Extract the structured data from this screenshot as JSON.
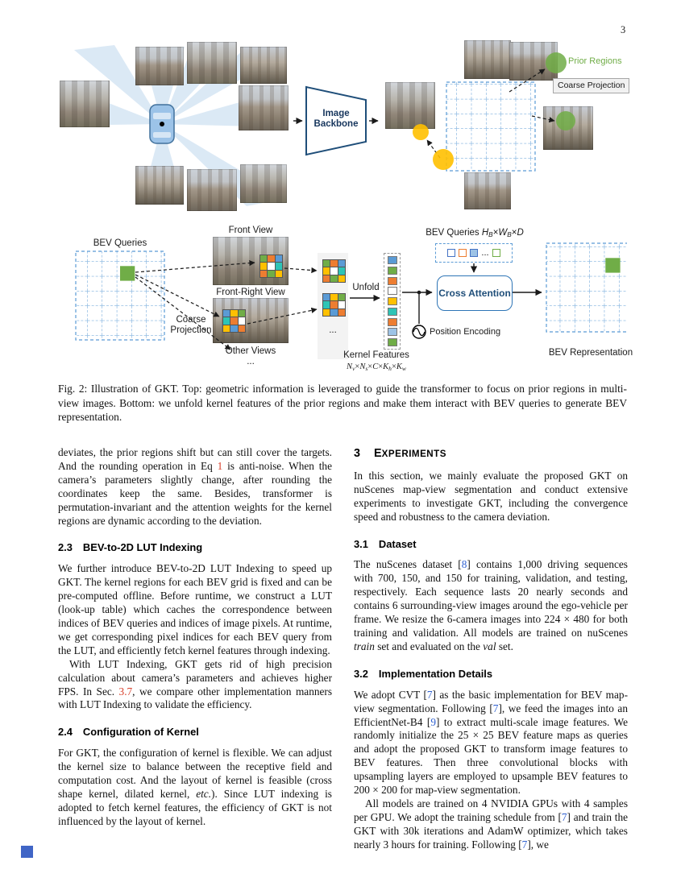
{
  "page_number": "3",
  "figure": {
    "caption": "Fig. 2: Illustration of GKT. Top: geometric information is leveraged to guide the transformer to focus on prior regions in multi-view images. Bottom: we unfold kernel features of the prior regions and make them interact with BEV queries to generate BEV representation.",
    "labels": {
      "image_backbone": "Image Backbone",
      "prior_regions": "Prior Regions",
      "coarse_projection_top": "Coarse Projection",
      "bev_queries": "BEV Queries",
      "front_view": "Front View",
      "front_right_view": "Front-Right View",
      "coarse_projection_bottom": "Coarse Projection",
      "other_views": "Other Views",
      "dots": "...",
      "unfold": "Unfold",
      "kernel_features": "Kernel Features",
      "cross_attention": "Cross Attention",
      "position_encoding": "Position Encoding",
      "bev_representation": "BEV Representation"
    },
    "math": {
      "kernel_dims": [
        {
          "v": "N",
          "c": "mi"
        },
        {
          "v": "v",
          "c": "msub"
        },
        {
          "v": "×",
          "c": "mo"
        },
        {
          "v": "N",
          "c": "mi"
        },
        {
          "v": "s",
          "c": "msub"
        },
        {
          "v": "×",
          "c": "mo"
        },
        {
          "v": "C",
          "c": "mi"
        },
        {
          "v": "×",
          "c": "mo"
        },
        {
          "v": "K",
          "c": "mi"
        },
        {
          "v": "h",
          "c": "msub"
        },
        {
          "v": "×",
          "c": "mo"
        },
        {
          "v": "K",
          "c": "mi"
        },
        {
          "v": "w",
          "c": "msub"
        }
      ],
      "bev_query_dims": [
        {
          "v": "BEV Queries "
        },
        {
          "v": "H",
          "c": "mi"
        },
        {
          "v": "B",
          "c": "msub"
        },
        {
          "v": "×",
          "c": "mo"
        },
        {
          "v": "W",
          "c": "mi"
        },
        {
          "v": "B",
          "c": "msub"
        },
        {
          "v": "×",
          "c": "mo"
        },
        {
          "v": "D",
          "c": "mi"
        }
      ]
    },
    "colors": {
      "prior_region_green": "#70ad47",
      "highlight_yellow": "#ffc000",
      "grid_blue": "#5b9bd5",
      "box_blue": "#2e75b6"
    }
  },
  "sections": {
    "s23": {
      "number": "2.3",
      "title": "BEV-to-2D LUT Indexing"
    },
    "s24": {
      "number": "2.4",
      "title": "Configuration of Kernel"
    },
    "s3": {
      "number": "3",
      "title_parts": [
        {
          "v": "E"
        },
        {
          "v": "XPERIMENTS",
          "c": "sc"
        }
      ]
    },
    "s31": {
      "number": "3.1",
      "title": "Dataset"
    },
    "s32": {
      "number": "3.2",
      "title": "Implementation Details"
    }
  },
  "left_column": {
    "para1": [
      {
        "v": "deviates, the prior regions shift but can still cover the targets. And the rounding operation in Eq "
      },
      {
        "v": "1",
        "c": "eqref",
        "n": "equation-ref-1",
        "i": true
      },
      {
        "v": " is anti-noise. When the camera’s parameters slightly change, after rounding the coordinates keep the same. Besides, transformer is permutation-invariant and the attention weights for the kernel regions are dynamic according to the deviation."
      }
    ],
    "para2": "We further introduce BEV-to-2D LUT Indexing to speed up GKT. The kernel regions for each BEV grid is fixed and can be pre-computed offline. Before runtime, we construct a LUT (look-up table) which caches the correspondence between indices of BEV queries and indices of image pixels. At runtime, we get corresponding pixel indices for each BEV query from the LUT, and efficiently fetch kernel features through indexing.",
    "para3": [
      {
        "v": "With LUT Indexing, GKT gets rid of high precision calculation about camera’s parameters and achieves higher FPS. In Sec. "
      },
      {
        "v": "3.7",
        "c": "eqref",
        "n": "section-ref-3-7",
        "i": true
      },
      {
        "v": ", we compare other implementation manners with LUT Indexing to validate the efficiency."
      }
    ],
    "para4": [
      {
        "v": "For GKT, the configuration of kernel is flexible. We can adjust the kernel size to balance between the receptive field and computation cost. And the layout of kernel is feasible (cross shape kernel, dilated kernel, "
      },
      {
        "v": "etc.",
        "c": "it"
      },
      {
        "v": "). Since LUT indexing is adopted to fetch kernel features, the efficiency of GKT is not influenced by the layout of kernel."
      }
    ]
  },
  "right_column": {
    "para_intro": "In this section, we mainly evaluate the proposed GKT on nuScenes map-view segmentation and conduct extensive experiments to investigate GKT, including the convergence speed and robustness to the camera deviation.",
    "para_dataset": [
      {
        "v": "The nuScenes dataset ["
      },
      {
        "v": "8",
        "c": "cite",
        "n": "citation-8",
        "i": true
      },
      {
        "v": "] contains 1,000 driving sequences with 700, 150, and 150 for training, validation, and testing, respectively. Each sequence lasts 20 nearly seconds and contains 6 surrounding-view images around the ego-vehicle per frame. We resize the 6-camera images into 224 × 480 for both training and validation. All models are trained on nuScenes "
      },
      {
        "v": "train",
        "c": "it"
      },
      {
        "v": " set and evaluated on the "
      },
      {
        "v": "val",
        "c": "it"
      },
      {
        "v": " set."
      }
    ],
    "para_impl": [
      {
        "v": "We adopt CVT ["
      },
      {
        "v": "7",
        "c": "cite",
        "n": "citation-7",
        "i": true
      },
      {
        "v": "] as the basic implementation for BEV map-view segmentation. Following ["
      },
      {
        "v": "7",
        "c": "cite",
        "n": "citation-7",
        "i": true
      },
      {
        "v": "], we feed the images into an EfficientNet-B4 ["
      },
      {
        "v": "9",
        "c": "cite",
        "n": "citation-9",
        "i": true
      },
      {
        "v": "] to extract multi-scale image features. We randomly initialize the 25 × 25 BEV feature maps as queries and adopt the proposed GKT to transform image features to BEV features. Then three convolutional blocks with upsampling layers are employed to upsample BEV features to 200 × 200 for map-view segmentation."
      }
    ],
    "para_training": [
      {
        "v": "All models are trained on 4 NVIDIA GPUs with 4 samples per GPU. We adopt the training schedule from ["
      },
      {
        "v": "7",
        "c": "cite",
        "n": "citation-7",
        "i": true
      },
      {
        "v": "] and train the GKT with 30k iterations and AdamW optimizer, which takes nearly 3 hours for training. Following ["
      },
      {
        "v": "7",
        "c": "cite",
        "n": "citation-7",
        "i": true
      },
      {
        "v": "], we"
      }
    ]
  }
}
